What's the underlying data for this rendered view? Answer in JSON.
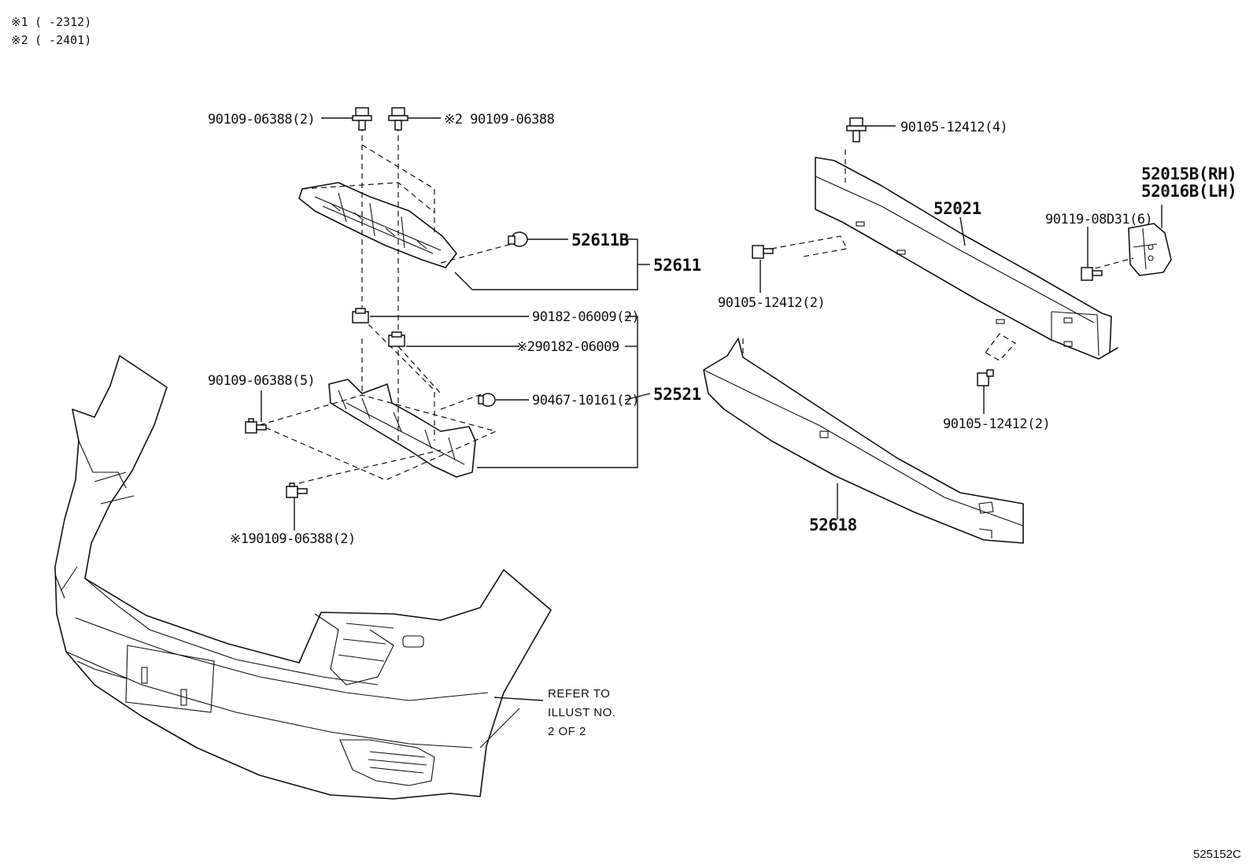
{
  "header_notes": [
    {
      "mark": "※1",
      "text": "(      -2312)"
    },
    {
      "mark": "※2",
      "text": "(      -2401)"
    }
  ],
  "part_labels": {
    "bolt_top_left": "90109-06388(2)",
    "bolt_top_right": "※2 90109-06388",
    "clip_52611b": "52611B",
    "group_52611": "52611",
    "nut_a": "90182-06009(2)",
    "nut_b": "※290182-06009",
    "bolt_lower_left": "90109-06388(5)",
    "clip_90467": "90467-10161(2)",
    "group_52521": "52521",
    "bolt_bottom": "※190109-06388(2)",
    "bolt_reinf_top": "90105-12412(4)",
    "reinforcement": "52021",
    "bracket_rh": "52015B(RH)",
    "bracket_lh": "52016B(LH)",
    "bolt_bracket": "90119-08D31(6)",
    "bolt_reinf_left": "90105-12412(2)",
    "bolt_reinf_bottom": "90105-12412(2)",
    "absorber": "52618"
  },
  "refer_note": [
    "REFER TO",
    "ILLUST NO.",
    "2 OF 2"
  ],
  "diagram_code": "525152C"
}
